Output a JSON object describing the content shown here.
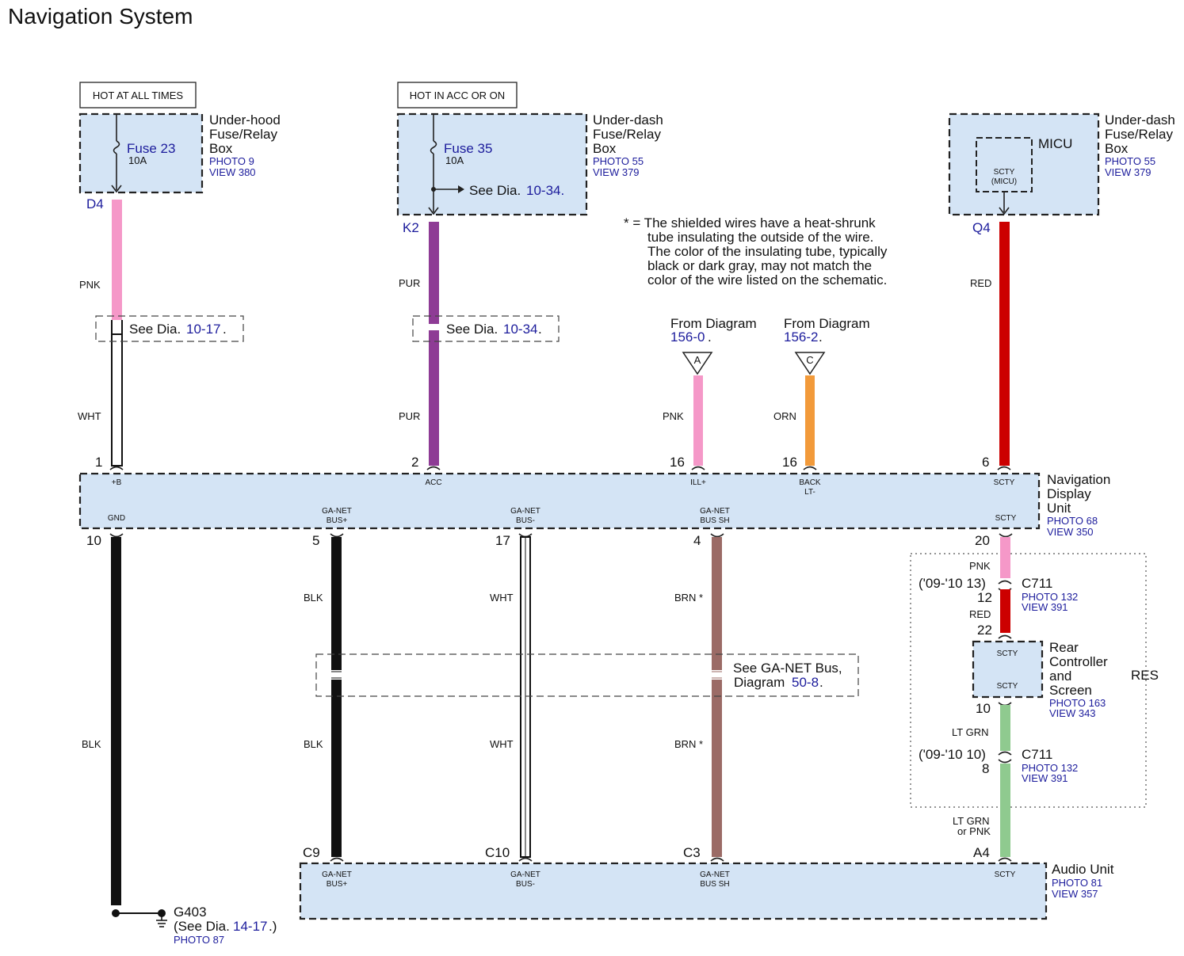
{
  "title": "Navigation System",
  "note": {
    "lines": [
      "* = The shielded wires have a heat-shrunk",
      "tube insulating the outside of the wire.",
      "The color of the insulating tube, typically",
      "black or dark gray, may not match the",
      "color of the wire listed on the schematic."
    ]
  },
  "power_labels": {
    "hot_always": "HOT AT ALL TIMES",
    "hot_acc": "HOT IN ACC OR ON"
  },
  "fuse_boxes": {
    "underhood": {
      "name_lines": [
        "Under-hood",
        "Fuse/Relay",
        "Box"
      ],
      "photo": "PHOTO 9",
      "view": "VIEW 380",
      "fuse": "Fuse 23",
      "rating": "10A",
      "connector": "D4"
    },
    "underdash_acc": {
      "name_lines": [
        "Under-dash",
        "Fuse/Relay",
        "Box"
      ],
      "photo": "PHOTO 55",
      "view": "VIEW 379",
      "fuse": "Fuse 35",
      "rating": "10A",
      "connector": "K2",
      "see_text": "See Dia.",
      "see_ref": "10-34."
    },
    "underdash_micu": {
      "name_lines": [
        "Under-dash",
        "Fuse/Relay",
        "Box"
      ],
      "photo": "PHOTO 55",
      "view": "VIEW 379",
      "micu": "MICU",
      "micu_inner": [
        "SCTY",
        "(MICU)"
      ],
      "connector": "Q4"
    }
  },
  "references": {
    "ref1": {
      "text": "See Dia.",
      "link": "10-17",
      "end": "."
    },
    "ref2": {
      "text": "See Dia.",
      "link": "10-34",
      "end": "."
    },
    "from_a": {
      "lines": [
        "From Diagram"
      ],
      "link": "156-0",
      "end": ".",
      "tag": "A"
    },
    "from_c": {
      "lines": [
        "From Diagram"
      ],
      "link": "156-2",
      "end": ".",
      "tag": "C"
    },
    "ganet": {
      "line1": "See GA-NET Bus,",
      "line2_text": "Diagram",
      "link": "50-8",
      "end": "."
    }
  },
  "wires": {
    "w1_top": "PNK",
    "w1_bot": "WHT",
    "w2_top": "PUR",
    "w2_bot": "PUR",
    "w3": "PNK",
    "w4": "ORN",
    "w5": "RED",
    "gnd": "BLK",
    "bus_plus_1": "BLK",
    "bus_plus_2": "BLK",
    "bus_minus_1": "WHT",
    "bus_minus_2": "WHT",
    "bus_sh_1": "BRN *",
    "bus_sh_2": "BRN *",
    "scty_1": "PNK",
    "scty_2": "RED",
    "scty_3": "LT GRN",
    "scty_4_a": "LT GRN",
    "scty_4_b": "or PNK"
  },
  "nav_unit": {
    "name_lines": [
      "Navigation",
      "Display",
      "Unit"
    ],
    "photo": "PHOTO 68",
    "view": "VIEW 350",
    "pins_top": [
      {
        "num": "1",
        "label": "+B"
      },
      {
        "num": "2",
        "label": "ACC"
      },
      {
        "num": "16",
        "label": "ILL+"
      },
      {
        "num": "16",
        "label_lines": [
          "BACK",
          "LT-"
        ]
      },
      {
        "num": "6",
        "label": "SCTY"
      }
    ],
    "pins_bottom": [
      {
        "num": "10",
        "label_lines": [
          "GND"
        ]
      },
      {
        "num": "5",
        "label_lines": [
          "GA-NET",
          "BUS+"
        ]
      },
      {
        "num": "17",
        "label_lines": [
          "GA-NET",
          "BUS-"
        ]
      },
      {
        "num": "4",
        "label_lines": [
          "GA-NET",
          "BUS SH"
        ]
      },
      {
        "num": "20",
        "label_lines": [
          "SCTY"
        ]
      }
    ]
  },
  "res": {
    "label": "RES",
    "c711_a": {
      "name": "C711",
      "years": "('09-'10 13)",
      "pin_top": "13",
      "pin_bot": "12",
      "photo": "PHOTO 132",
      "view": "VIEW 391"
    },
    "rear": {
      "name_lines": [
        "Rear",
        "Controller",
        "and",
        "Screen"
      ],
      "photo": "PHOTO 163",
      "view": "VIEW 343",
      "pin_top": "22",
      "pin_bot": "10",
      "label_top": "SCTY",
      "label_bot": "SCTY"
    },
    "c711_b": {
      "name": "C711",
      "years": "('09-'10 10)",
      "pin_bot": "8",
      "photo": "PHOTO 132",
      "view": "VIEW 391"
    }
  },
  "audio_unit": {
    "name": "Audio Unit",
    "photo": "PHOTO 81",
    "view": "VIEW 357",
    "pins": [
      {
        "conn": "C9",
        "label_lines": [
          "GA-NET",
          "BUS+"
        ]
      },
      {
        "conn": "C10",
        "label_lines": [
          "GA-NET",
          "BUS-"
        ]
      },
      {
        "conn": "C3",
        "label_lines": [
          "GA-NET",
          "BUS SH"
        ]
      },
      {
        "conn": "A4",
        "label_lines": [
          "SCTY"
        ]
      }
    ]
  },
  "ground": {
    "name": "G403",
    "see_text": "(See Dia.",
    "link": "14-17",
    "end": ".)",
    "photo": "PHOTO 87"
  },
  "colors": {
    "panel_fill": "#d4e4f5",
    "link_blue": "#1c1c9c",
    "wire_pnk": "#f598c8",
    "wire_pur": "#8e3b95",
    "wire_red": "#cc0000",
    "wire_orn": "#f29a3a",
    "wire_ltgrn": "#8fca8f",
    "wire_brn": "#9b6b66",
    "wire_blk": "#111111"
  }
}
